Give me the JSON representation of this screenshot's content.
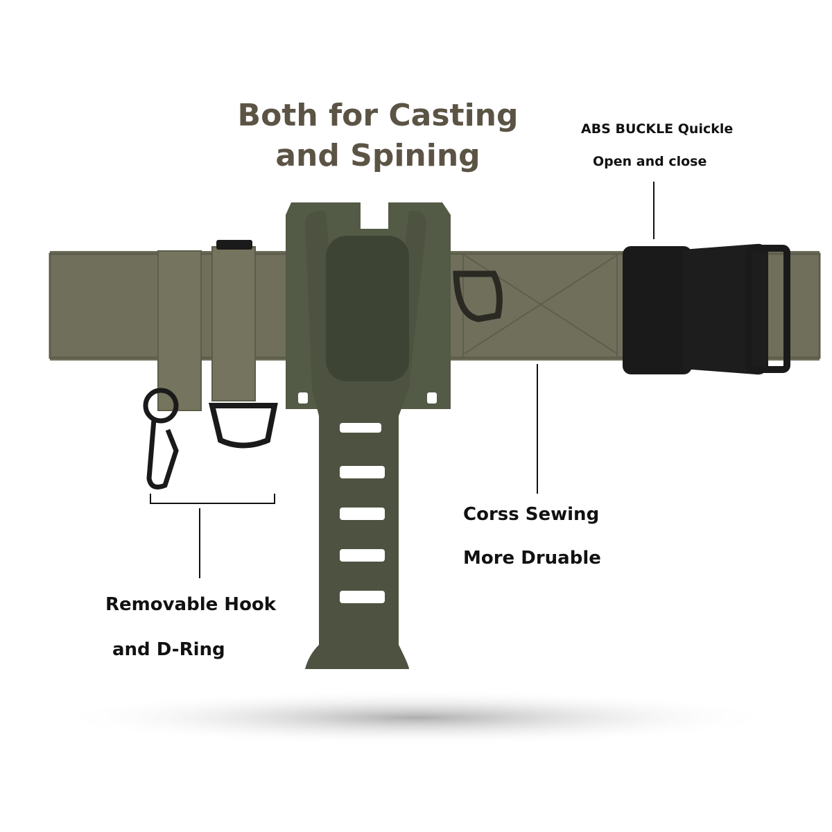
{
  "title": {
    "line1": "Both for Casting",
    "line2": "and Spining"
  },
  "callouts": {
    "buckle": {
      "line1": "ABS BUCKLE Quickle",
      "line2": "Open and close"
    },
    "sewing": {
      "line1": "Corss Sewing",
      "line2": "More Druable"
    },
    "hook": {
      "line1": "Removable Hook",
      "line2": "and D-Ring"
    }
  },
  "colors": {
    "title": "#5b5445",
    "belt": "#6f6f5c",
    "holder": "#4d5340",
    "buckle": "#1a1a1a"
  }
}
